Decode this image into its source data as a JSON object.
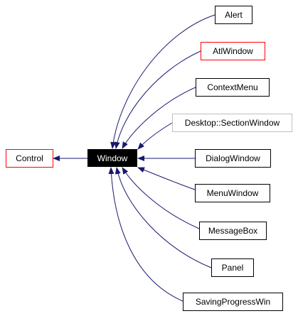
{
  "diagram": {
    "focus_node": "Window",
    "base_class": "Control",
    "derived_classes": [
      "Alert",
      "AtlWindow",
      "ContextMenu",
      "Desktop::SectionWindow",
      "DialogWindow",
      "MenuWindow",
      "MessageBox",
      "Panel",
      "SavingProgressWin"
    ],
    "colors": {
      "arrow": "#191970",
      "node_border": "#000000",
      "undocumented_border": "#ff0000",
      "external_border": "#bfbfbf",
      "focus_fill": "#000000",
      "focus_text": "#ffffff"
    }
  }
}
